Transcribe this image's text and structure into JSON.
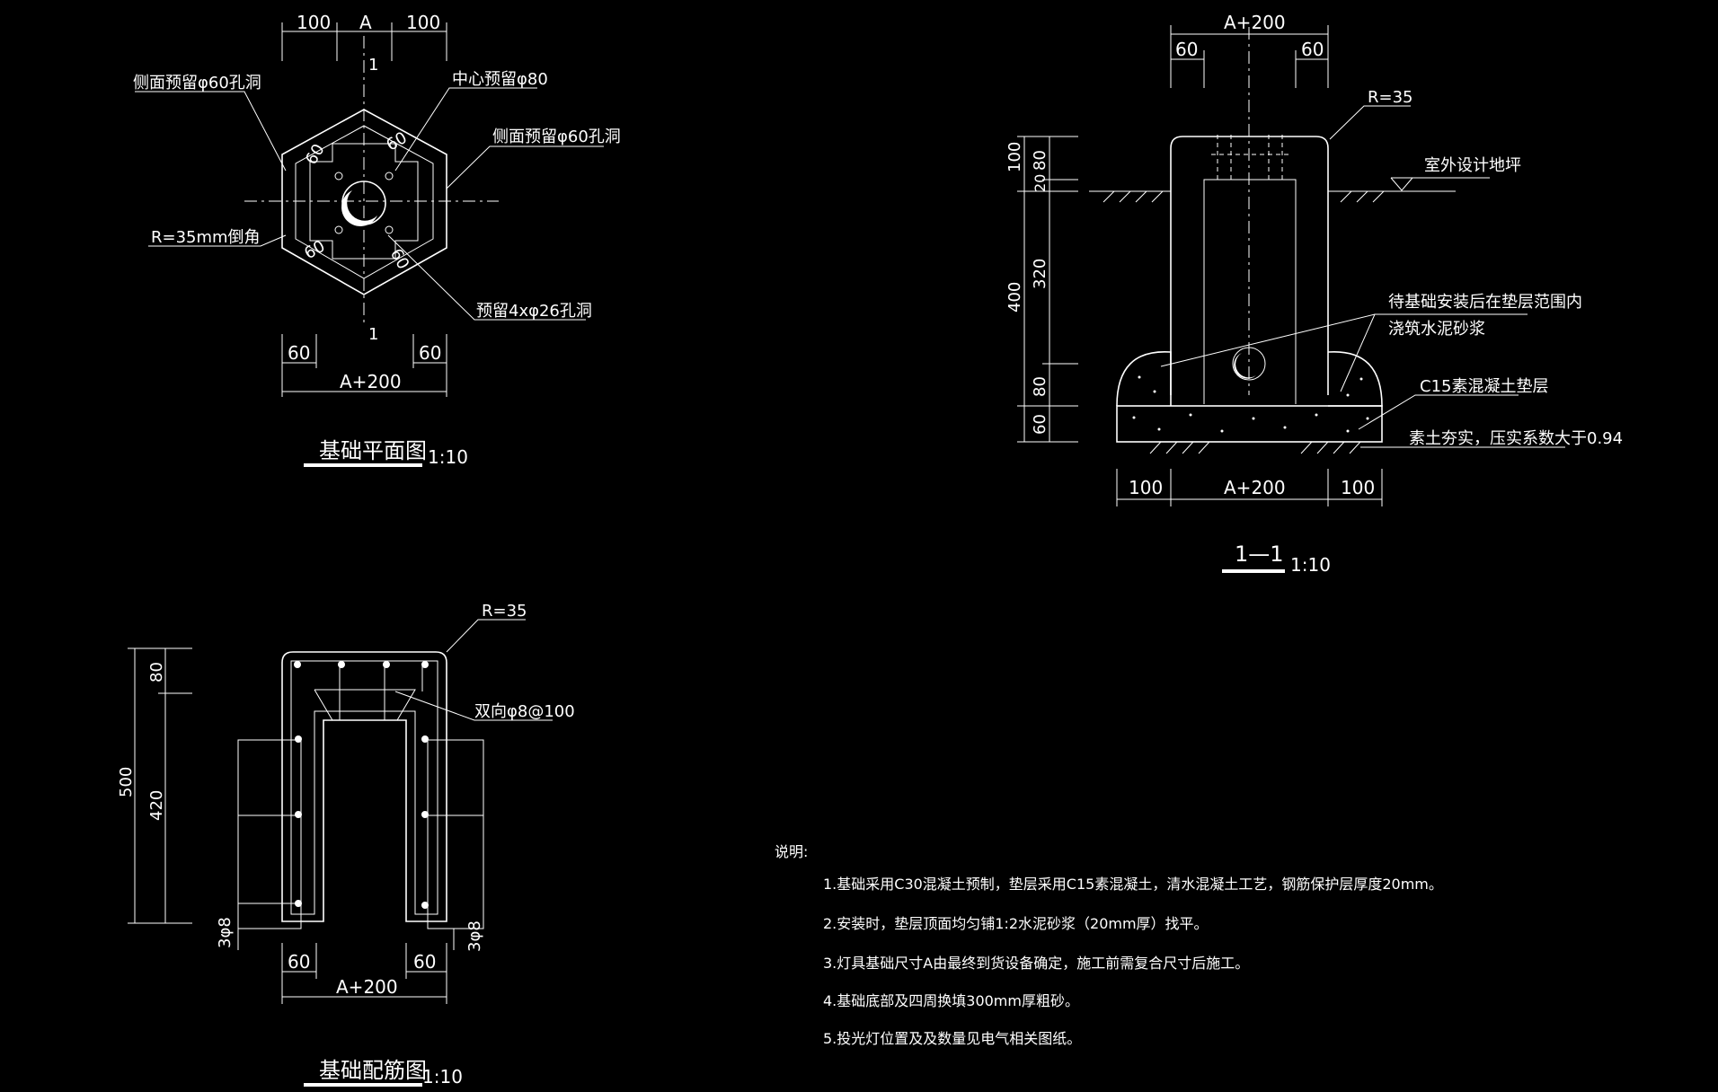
{
  "plan": {
    "dim_top_left": "100",
    "dim_top_mid": "A",
    "dim_top_right": "100",
    "section_mark_top": "1",
    "section_mark_bottom": "1",
    "label_side_hole_left": "侧面预留φ60孔洞",
    "label_center_hole": "中心预留φ80",
    "label_side_hole_right": "侧面预留φ60孔洞",
    "label_chamfer": "R=35mm倒角",
    "label_holes_4": "预留4xφ26孔洞",
    "dim_diag_1": "60",
    "dim_diag_2": "60",
    "dim_diag_3": "60",
    "dim_diag_4": "60",
    "dim_bottom_left": "60",
    "dim_bottom_right": "60",
    "dim_bottom_total": "A+200",
    "title": "基础平面图",
    "scale": "1:10"
  },
  "section": {
    "dim_top_total": "A+200",
    "dim_top_left": "60",
    "dim_top_right": "60",
    "label_radius": "R=35",
    "label_ground": "室外设计地坪",
    "dim_v_100": "100",
    "dim_v_80_top": "80",
    "dim_v_20": "20",
    "dim_v_320": "320",
    "dim_v_400": "400",
    "dim_v_80_bot": "80",
    "dim_v_60": "60",
    "label_grout_1": "待基础安装后在垫层范围内",
    "label_grout_2": "浇筑水泥砂浆",
    "label_c15": "C15素混凝土垫层",
    "label_soil": "素土夯实，压实系数大于0.94",
    "dim_bottom_left": "100",
    "dim_bottom_mid": "A+200",
    "dim_bottom_right": "100",
    "title": "1—1",
    "scale": "1:10"
  },
  "rebar": {
    "label_radius": "R=35",
    "label_rebar": "双向φ8@100",
    "dim_v_80": "80",
    "dim_v_500": "500",
    "dim_v_420": "420",
    "label_3phi8_left": "3φ8",
    "label_3phi8_right": "3φ8",
    "dim_bottom_left": "60",
    "dim_bottom_right": "60",
    "dim_bottom_total": "A+200",
    "title": "基础配筋图",
    "scale": "1:10"
  },
  "notes": {
    "heading": "说明:",
    "items": [
      "1.基础采用C30混凝土预制，垫层采用C15素混凝土，清水混凝土工艺，钢筋保护层厚度20mm。",
      "2.安装时，垫层顶面均匀铺1:2水泥砂浆（20mm厚）找平。",
      "3.灯具基础尺寸A由最终到货设备确定，施工前需复合尺寸后施工。",
      "4.基础底部及四周换填300mm厚粗砂。",
      "5.投光灯位置及及数量见电气相关图纸。"
    ]
  },
  "colors": {
    "background": "#000000",
    "line": "#ffffff"
  }
}
